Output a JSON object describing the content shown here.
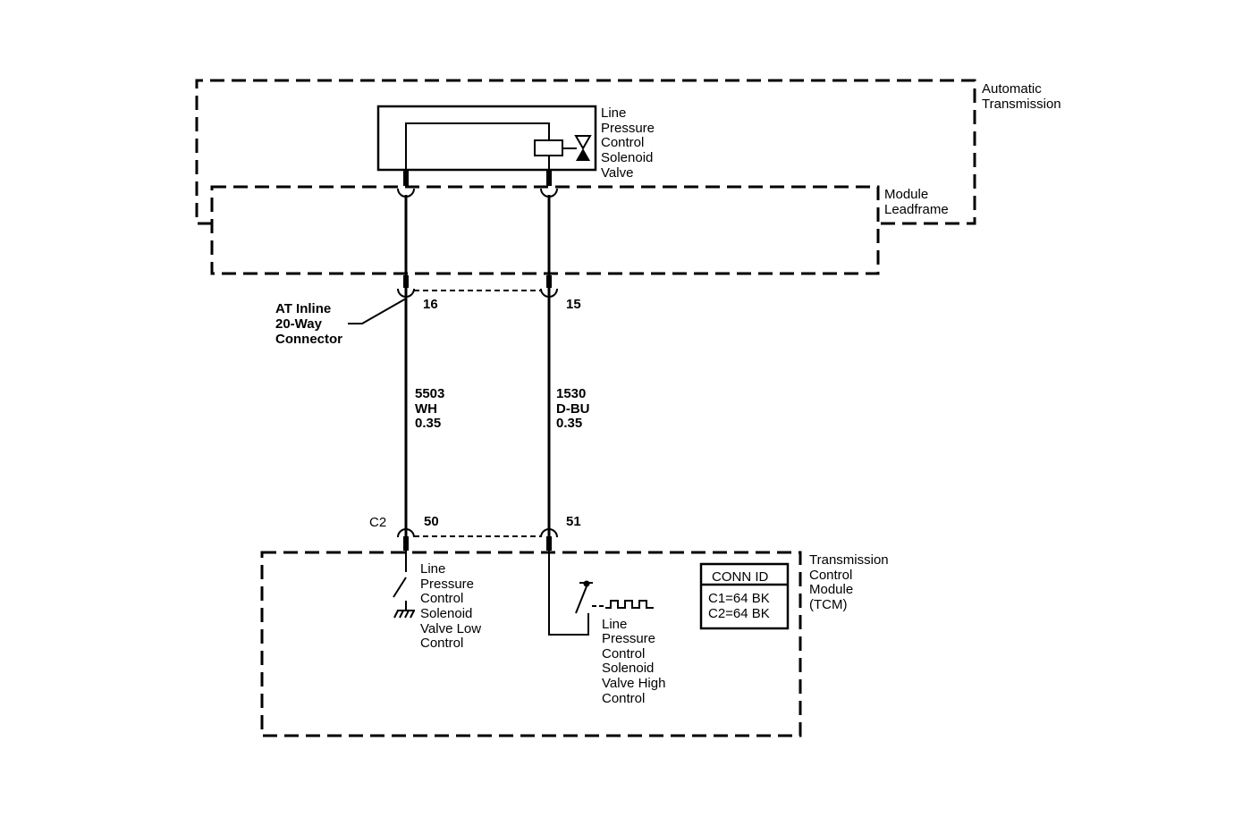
{
  "automatic_transmission": [
    "Automatic",
    "Transmission"
  ],
  "module_leadframe": [
    "Module",
    "Leadframe"
  ],
  "solenoid_valve": [
    "Line",
    "Pressure",
    "Control",
    "Solenoid",
    "Valve"
  ],
  "inline_connector": {
    "label": [
      "AT Inline",
      "20-Way",
      "Connector"
    ],
    "pin_left": "16",
    "pin_right": "15"
  },
  "wire_left": {
    "circuit": "5503",
    "color": "WH",
    "size": "0.35"
  },
  "wire_right": {
    "circuit": "1530",
    "color": "D-BU",
    "size": "0.35"
  },
  "tcm_connector": {
    "name": "C2",
    "pin_left": "50",
    "pin_right": "51"
  },
  "tcm": [
    "Transmission",
    "Control",
    "Module",
    "(TCM)"
  ],
  "low_control": [
    "Line",
    "Pressure",
    "Control",
    "Solenoid",
    "Valve Low",
    "Control"
  ],
  "high_control": [
    "Line",
    "Pressure",
    "Control",
    "Solenoid",
    "Valve High",
    "Control"
  ],
  "conn_id": {
    "title": "CONN ID",
    "lines": [
      "C1=64 BK",
      "C2=64 BK"
    ]
  }
}
